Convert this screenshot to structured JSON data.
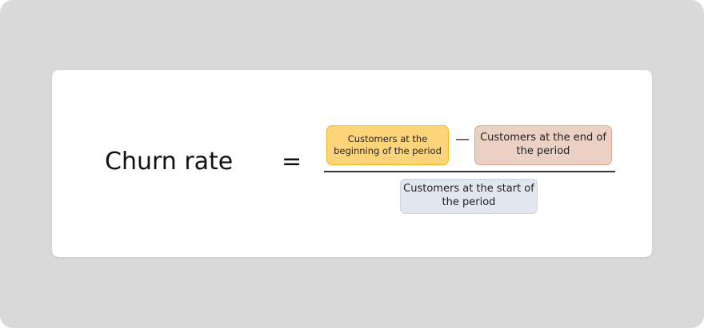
{
  "formula": {
    "lhs": "Churn rate",
    "equals": "=",
    "numerator": {
      "term1": "Customers at the beginning of the period",
      "operator": "—",
      "term2": "Customers at the end of the period"
    },
    "denominator": "Customers at the start of the period"
  },
  "colors": {
    "term1_fill": "#fdd47a",
    "term2_fill": "#ebd0c4",
    "denominator_fill": "#e2e6ee",
    "background": "#d9d9d9"
  }
}
